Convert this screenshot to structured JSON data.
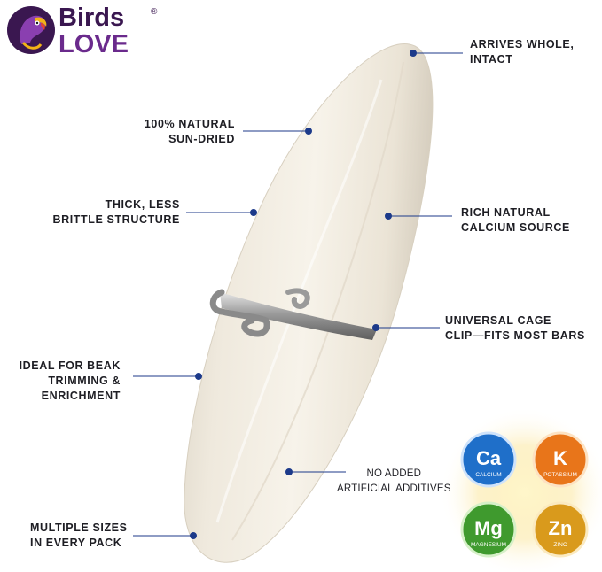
{
  "brand": {
    "line1": "Birds",
    "line2": "LOVE",
    "registered": "®",
    "icon": "parrot-logo-icon"
  },
  "features": {
    "arrives_whole": [
      "ARRIVES WHOLE,",
      "INTACT"
    ],
    "natural": [
      "100% NATURAL",
      "SUN-DRIED"
    ],
    "thick": [
      "THICK, LESS",
      "BRITTLE STRUCTURE"
    ],
    "calcium": [
      "RICH NATURAL",
      "CALCIUM SOURCE"
    ],
    "clip": [
      "UNIVERSAL CAGE",
      "CLIP—FITS MOST BARS"
    ],
    "beak": [
      "IDEAL FOR BEAK",
      "TRIMMING &",
      "ENRICHMENT"
    ],
    "additives": [
      "NO ADDED",
      "ARTIFICIAL ADDITIVES"
    ],
    "sizes": [
      "MULTIPLE SIZES",
      "IN EVERY PACK"
    ]
  },
  "minerals": [
    {
      "symbol": "Ca",
      "name": "CALCIUM",
      "color": "#1f6fc9"
    },
    {
      "symbol": "K",
      "name": "POTASSIUM",
      "color": "#e8751a"
    },
    {
      "symbol": "Mg",
      "name": "MAGNESIUM",
      "color": "#3f9a2e"
    },
    {
      "symbol": "Zn",
      "name": "ZINC",
      "color": "#d99a1c"
    }
  ],
  "colors": {
    "callout_line": "#1c3a8a",
    "dot": "#1c3a8a",
    "bone": "#f1ece2",
    "text": "#1e1e24"
  }
}
